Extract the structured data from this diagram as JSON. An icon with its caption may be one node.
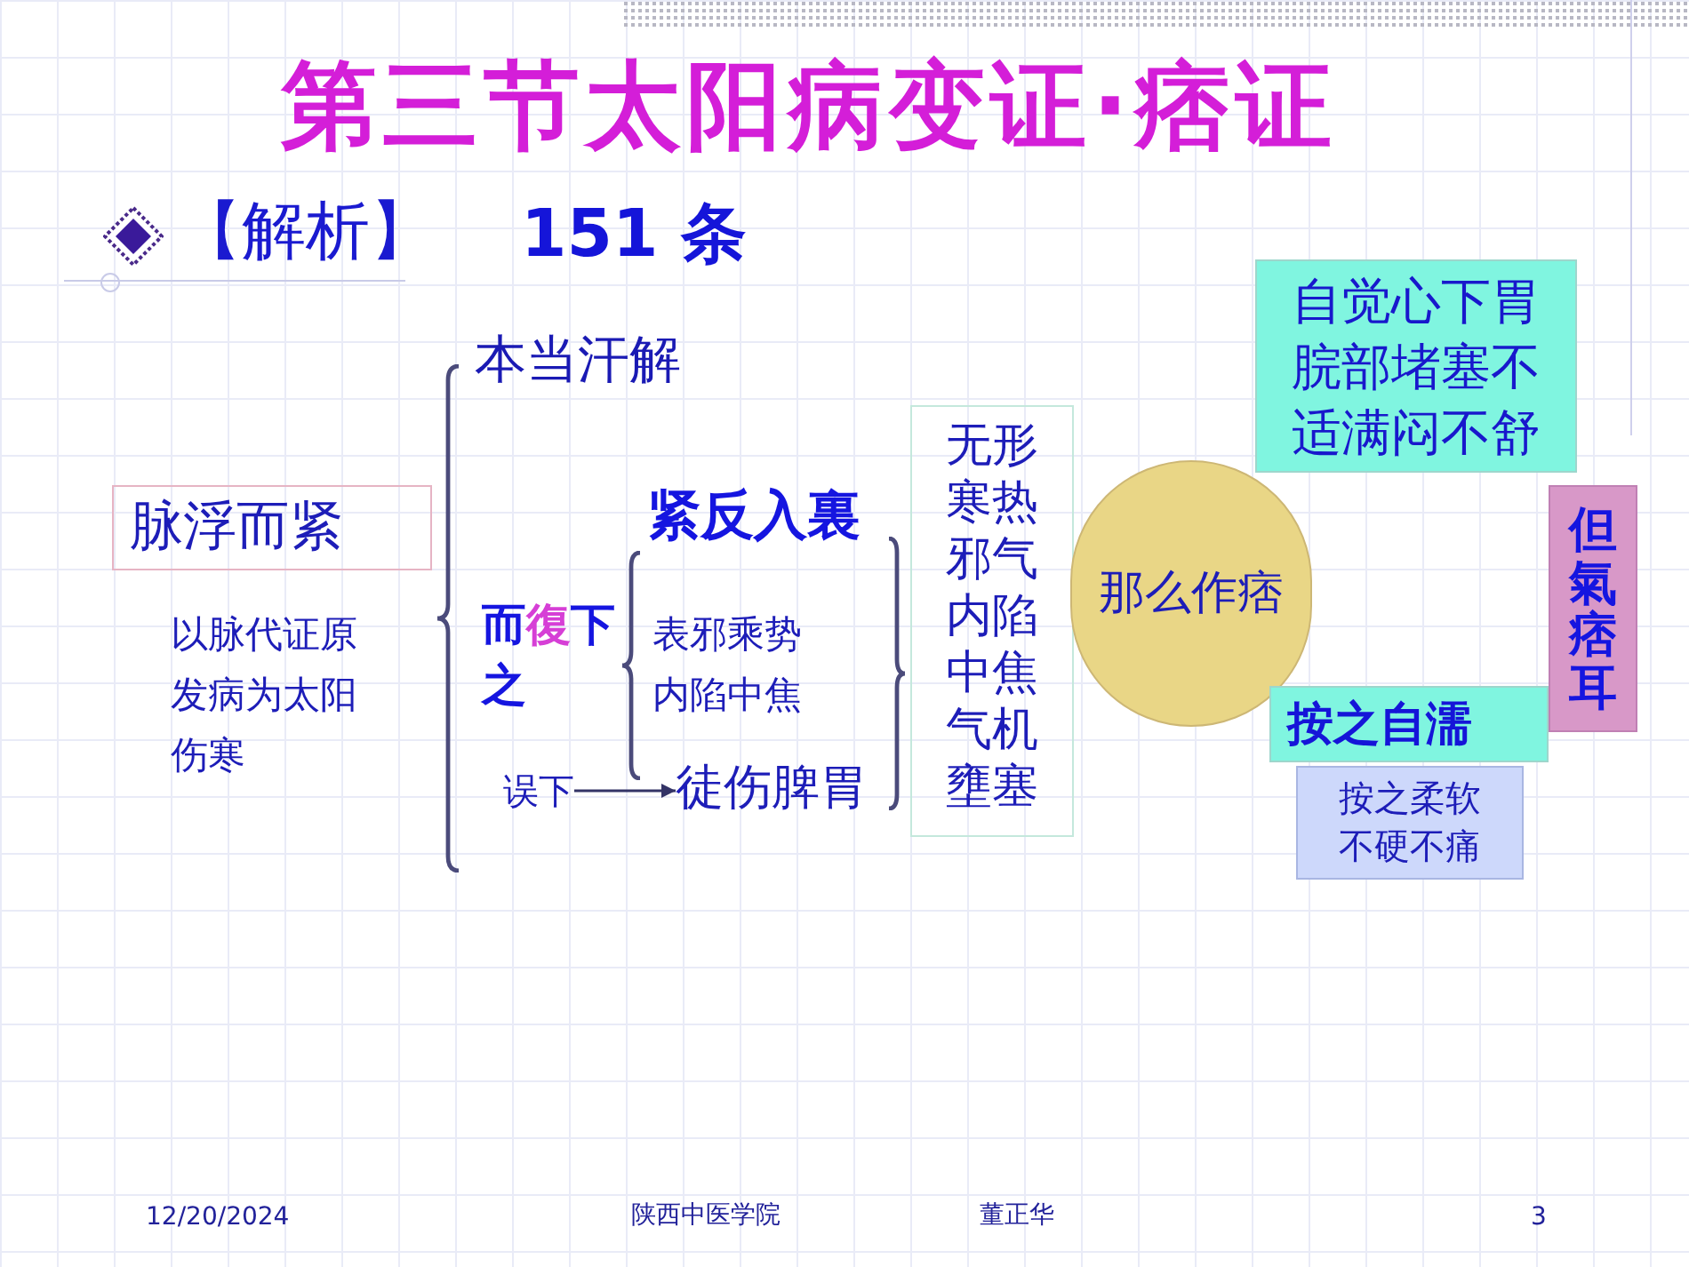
{
  "diagram": {
    "title": "第三节太阳病变证·痞证",
    "nodes": [
      {
        "text": [
          "脉浮而紧"
        ],
        "beside": [
          "以脉代证原发病为太阳伤寒"
        ]
      },
      {
        "text": [
          "误下"
        ]
      },
      {
        "text": [
          "徒伤脾胃"
        ]
      },
      {
        "text": [
          "无形寒热邪气内陷中焦气机壅塞"
        ]
      },
      {
        "text": [
          "那么作痞"
        ]
      },
      {
        "text": [
          "自觉心下胃脘部堵塞不适满闷不舒"
        ]
      },
      {
        "text": [
          "但氣痞耳"
        ]
      },
      {
        "text": [
          "按之自濡"
        ]
      },
      {
        "text": [
          "按之柔软不硬不痛"
        ]
      }
    ],
    "edges": [
      {
        "from": 1,
        "to": 2,
        "arrow": "to"
      }
    ],
    "labels": [
      "【解析】",
      "151 条",
      "本当汗解",
      "紧反入裏",
      "而復下之",
      "表邪乘势内陷中焦",
      "12/20/2024",
      "陕西中医学院",
      "董正华",
      "3"
    ]
  }
}
